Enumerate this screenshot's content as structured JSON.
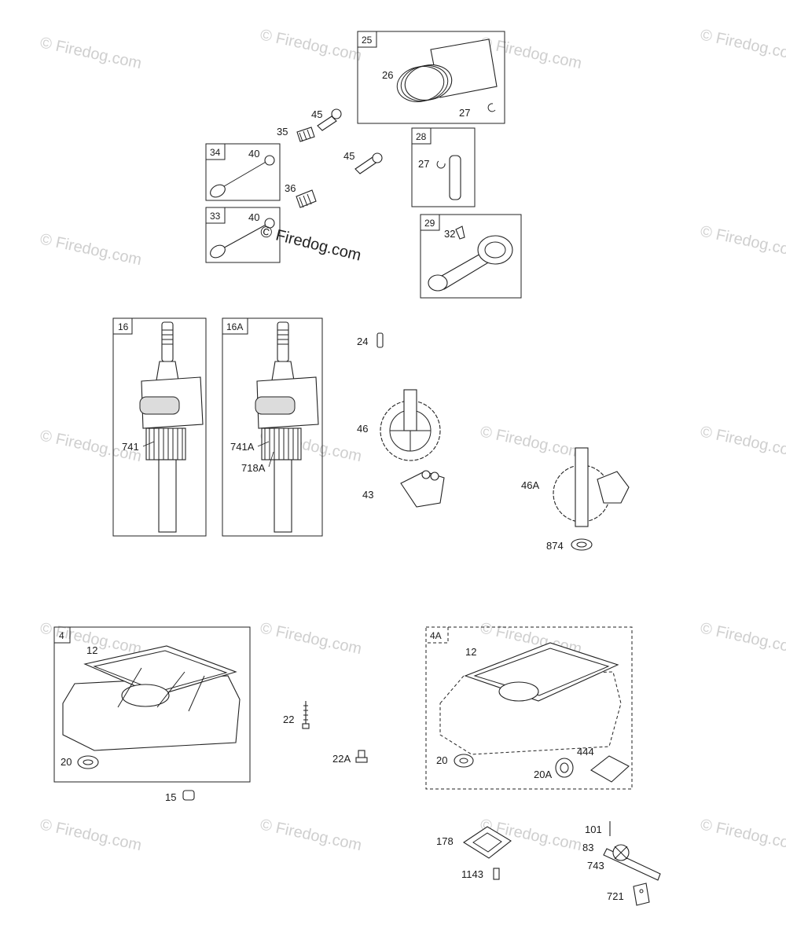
{
  "watermark": {
    "text": "© Firedog.com"
  },
  "groups": [
    {
      "id": "25",
      "items": [
        "26",
        "27"
      ]
    },
    {
      "id": "28",
      "items": [
        "27"
      ]
    },
    {
      "id": "34",
      "items": [
        "40"
      ]
    },
    {
      "id": "33",
      "items": [
        "40"
      ]
    },
    {
      "id": "29",
      "items": [
        "32"
      ]
    },
    {
      "id": "16",
      "items": [
        "741"
      ]
    },
    {
      "id": "16A",
      "items": [
        "741A",
        "718A"
      ]
    },
    {
      "id": "4",
      "items": [
        "12",
        "20"
      ]
    },
    {
      "id": "4A",
      "items": [
        "12",
        "20"
      ]
    }
  ],
  "loose_parts": {
    "p45a": "45",
    "p35": "35",
    "p45b": "45",
    "p36": "36",
    "p24": "24",
    "p46": "46",
    "p43": "43",
    "p46A": "46A",
    "p874": "874",
    "p22": "22",
    "p22A": "22A",
    "p15": "15",
    "p444": "444",
    "p20A": "20A",
    "p178": "178",
    "p1143": "1143",
    "p101": "101",
    "p83": "83",
    "p743": "743",
    "p721": "721"
  }
}
